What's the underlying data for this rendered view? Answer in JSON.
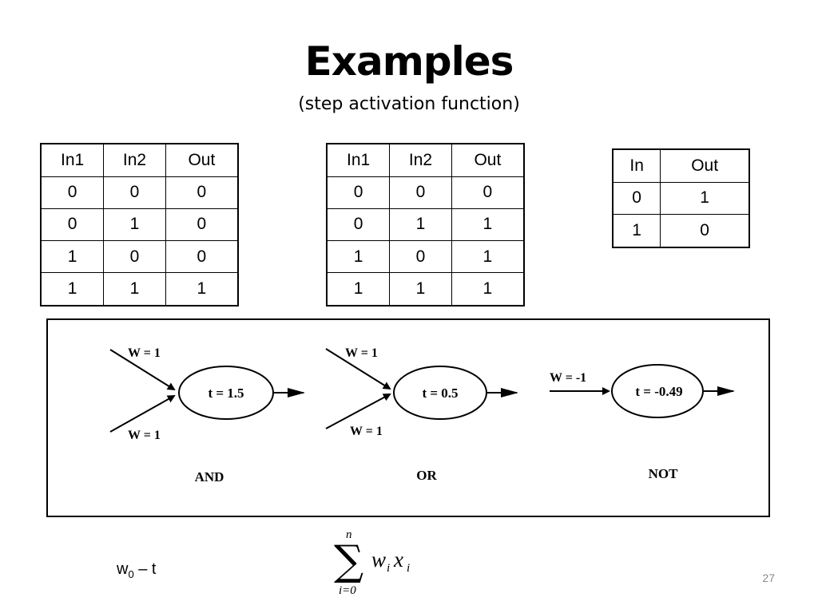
{
  "slide": {
    "title": "Examples",
    "subtitle": "(step activation function)",
    "page_number": "27"
  },
  "tables": {
    "and": {
      "headers": [
        "In1",
        "In2",
        "Out"
      ],
      "rows": [
        [
          "0",
          "0",
          "0"
        ],
        [
          "0",
          "1",
          "0"
        ],
        [
          "1",
          "0",
          "0"
        ],
        [
          "1",
          "1",
          "1"
        ]
      ]
    },
    "or": {
      "headers": [
        "In1",
        "In2",
        "Out"
      ],
      "rows": [
        [
          "0",
          "0",
          "0"
        ],
        [
          "0",
          "1",
          "1"
        ],
        [
          "1",
          "0",
          "1"
        ],
        [
          "1",
          "1",
          "1"
        ]
      ]
    },
    "not": {
      "headers": [
        "In",
        "Out"
      ],
      "rows": [
        [
          "0",
          "1"
        ],
        [
          "1",
          "0"
        ]
      ]
    }
  },
  "figure": {
    "and": {
      "w_top": "W = 1",
      "w_bottom": "W = 1",
      "threshold": "t = 1.5",
      "label": "AND"
    },
    "or": {
      "w_top": "W = 1",
      "w_bottom": "W = 1",
      "threshold": "t = 0.5",
      "label": "OR"
    },
    "not": {
      "w": "W = -1",
      "threshold": "t = -0.49",
      "label": "NOT"
    }
  },
  "formula": {
    "w_base": "w",
    "w_sub": "0",
    "rest": " – t",
    "sum_upper": "n",
    "sum_lower": "i=0",
    "sum_term_w": "w",
    "sum_term_x": "x",
    "sum_sub": "i"
  }
}
